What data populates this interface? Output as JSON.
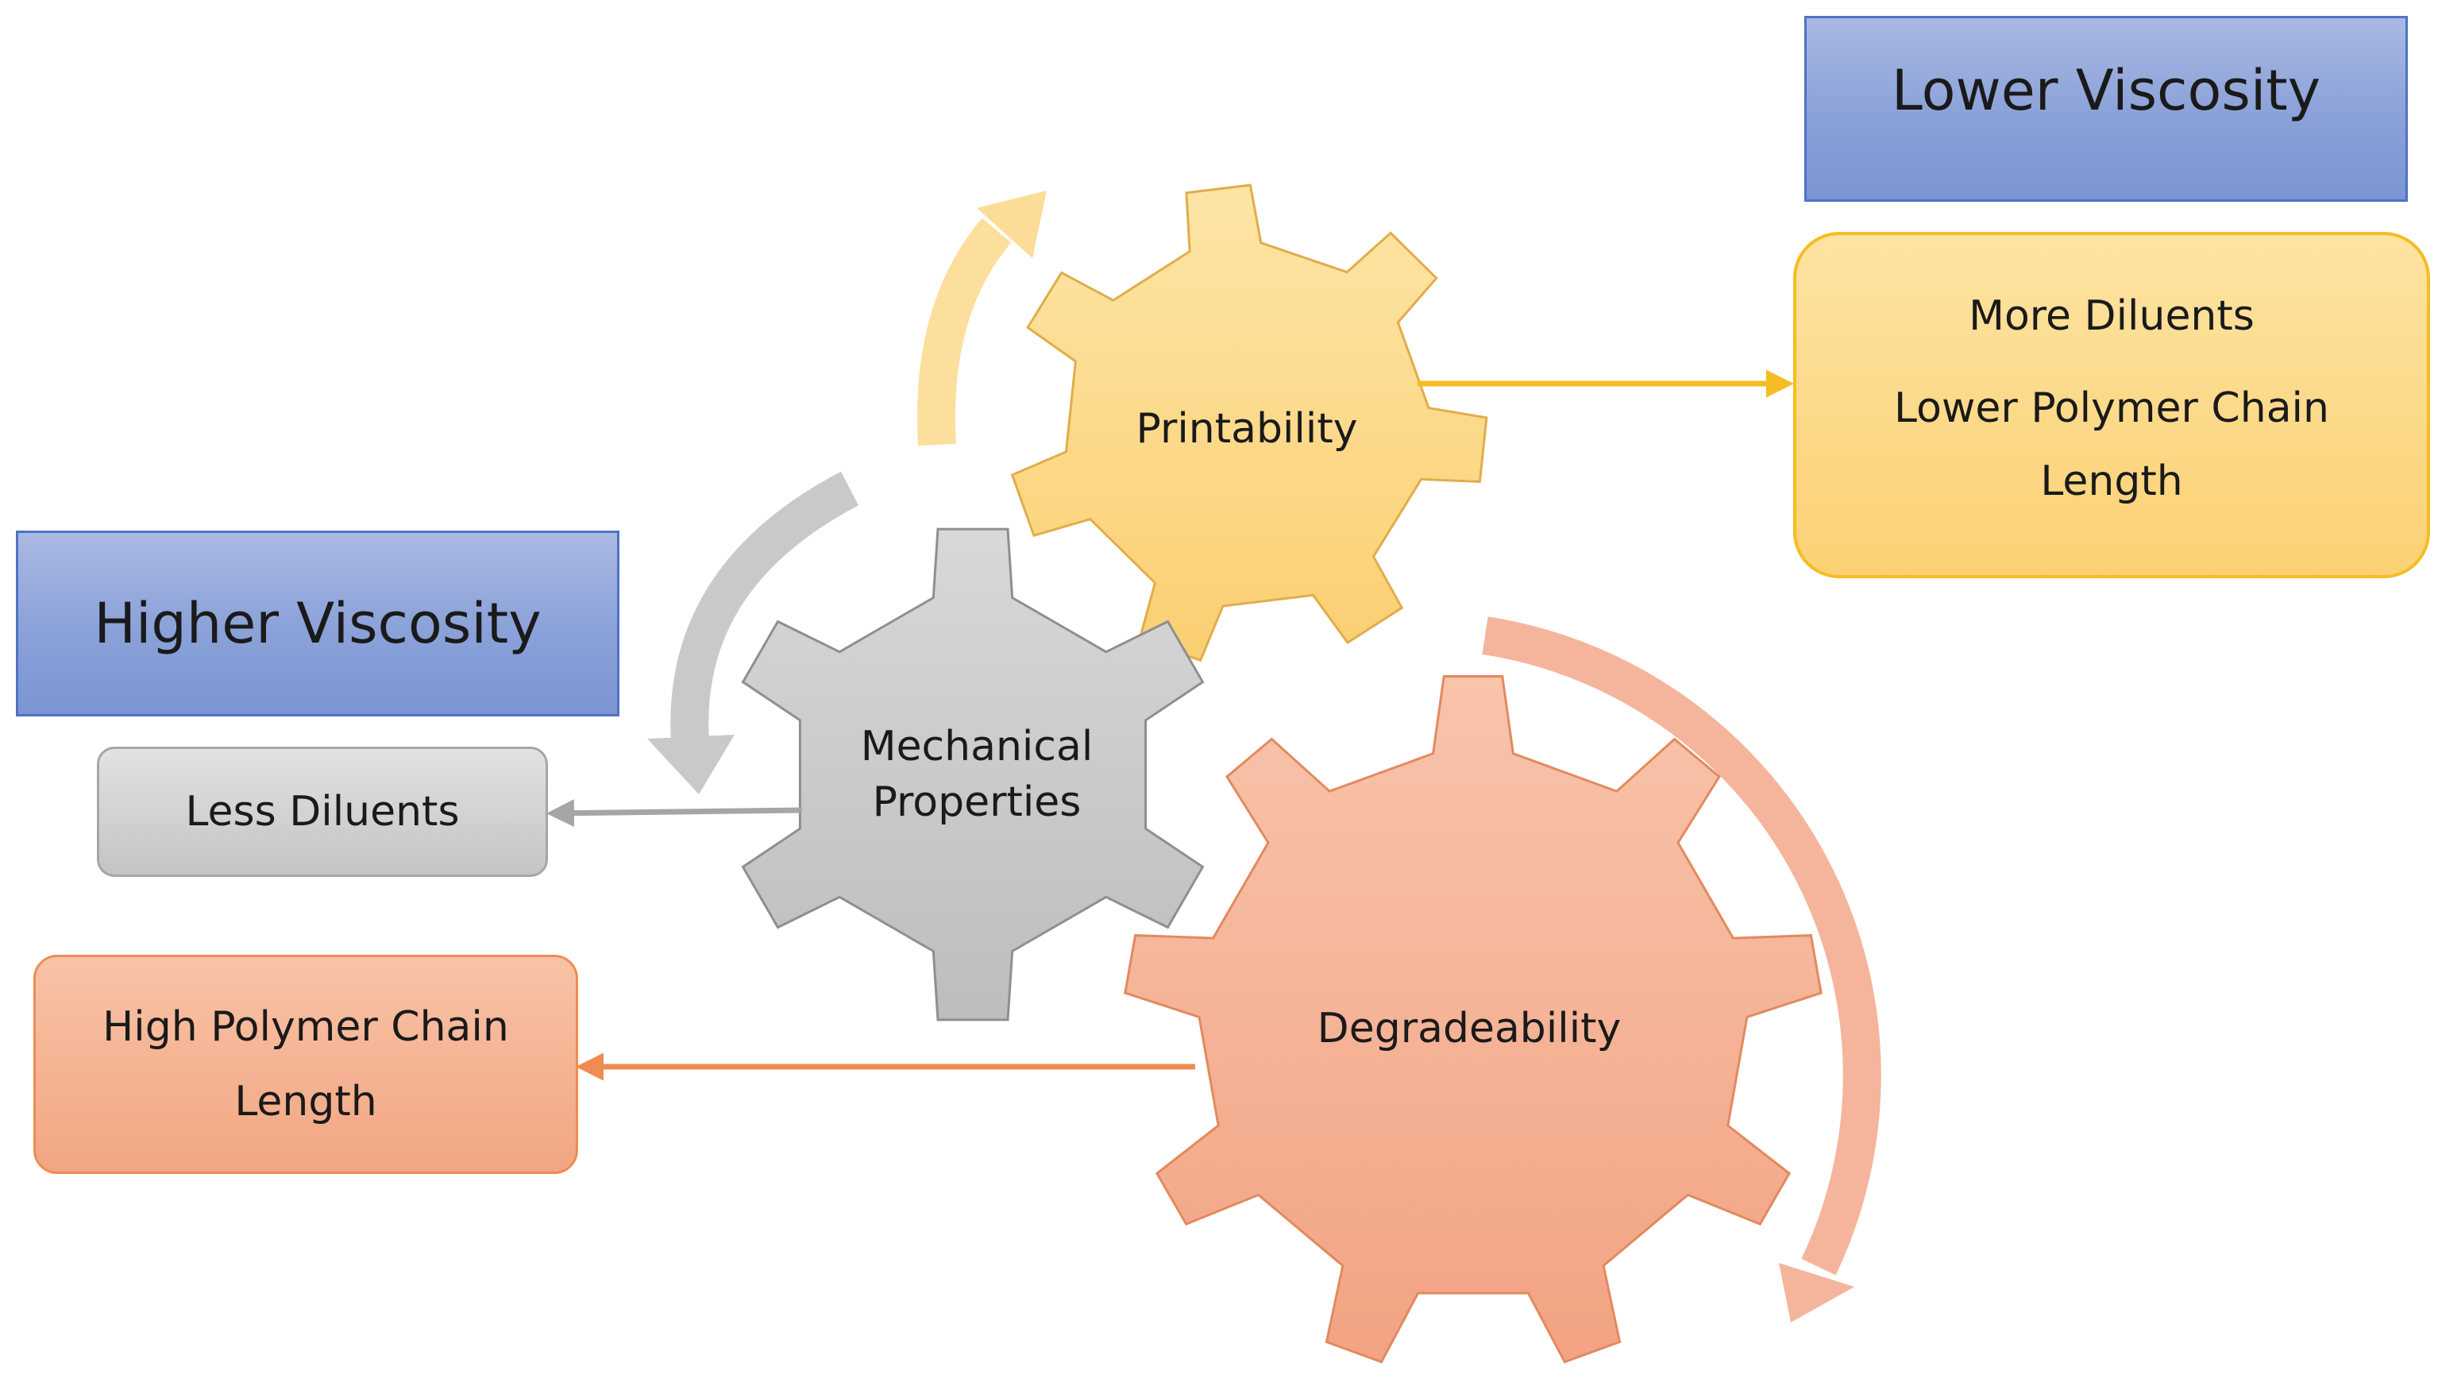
{
  "diagram": {
    "higher_viscosity": "Higher Viscosity",
    "lower_viscosity": "Lower Viscosity",
    "less_diluents": "Less Diluents",
    "high_polymer_chain_length": "High Polymer Chain Length",
    "more_diluents": "More Diluents",
    "lower_polymer_chain_length": "Lower Polymer Chain Length",
    "gears": {
      "printability": "Printability",
      "mechanical_properties": "Mechanical Properties",
      "degradeability": "Degradeability"
    },
    "colors": {
      "printability": "#fcd277",
      "mechanical": "#c3c3c3",
      "degradeability": "#f3a98a",
      "title_box": "#8aa1d8",
      "arrow_yellow": "#f5bd23",
      "arrow_gray": "#a6a6a6",
      "arrow_orange": "#ef8b53"
    }
  }
}
